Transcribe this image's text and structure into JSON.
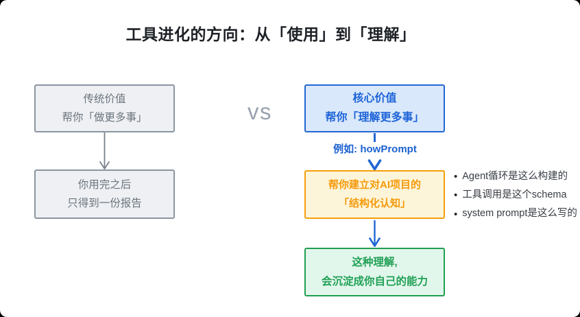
{
  "title": "工具进化的方向：从「使用」到「理解」",
  "vs_label": "vs",
  "left_flow": {
    "traditional_value_box": {
      "line1": "传统价值",
      "line2": "帮你「做更多事」"
    },
    "result_box": {
      "line1": "你用完之后",
      "line2": "只得到一份报告"
    }
  },
  "right_flow": {
    "core_value_box": {
      "line1": "核心价值",
      "line2": "帮你「理解更多事」"
    },
    "arrow_label": "例如: howPrompt",
    "cognition_box": {
      "line1": "帮你建立对AI项目的",
      "line2": "「结构化认知」"
    },
    "ability_box": {
      "line1": "这种理解,",
      "line2": "会沉淀成你自己的能力"
    }
  },
  "bullets": [
    "Agent循环是这么构建的",
    "工具调用是这个schema",
    "system prompt是这么写的"
  ],
  "bullet_marker": "•",
  "colors": {
    "gray_arrow": "#78818c",
    "blue_arrow": "#2267d3",
    "blue_border": "#2267d3",
    "blue_fill": "#d9e8fa",
    "blue_text": "#1d63d8",
    "orange_border": "#f59e0b",
    "orange_fill": "#fdf5d9",
    "orange_text": "#f59a0c",
    "green_border": "#1f9e50",
    "green_fill": "#e2f7ec",
    "green_text": "#21a055",
    "gray_border": "#8b95a0",
    "gray_fill": "#eef0f3",
    "gray_text": "#6b747e",
    "title_text": "#1d2126",
    "vs_text": "#9aa3b0"
  }
}
